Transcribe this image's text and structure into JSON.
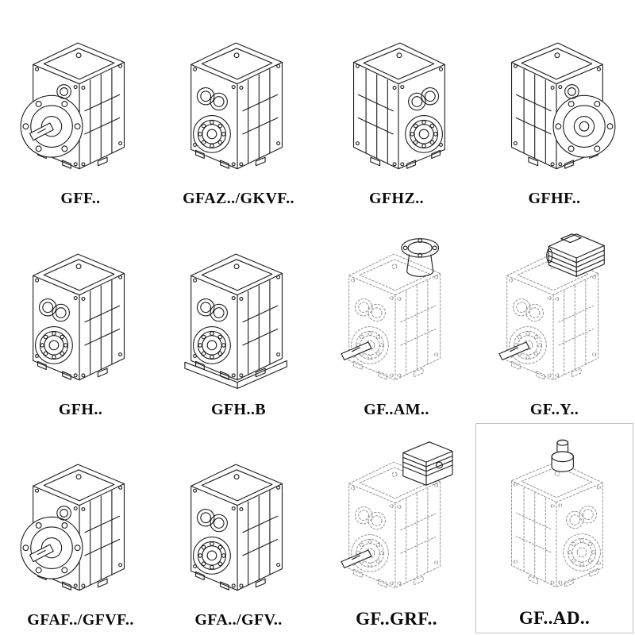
{
  "grid": {
    "items": [
      {
        "label": "GFF..",
        "drawing": "parallel-shaft-gearbox-output-flange-solid-shaft"
      },
      {
        "label": "GFAZ../GKVF..",
        "drawing": "parallel-shaft-gearbox-hollow-shaft"
      },
      {
        "label": "GFHZ..",
        "drawing": "parallel-shaft-gearbox-hollow-shaft-mirrored-view"
      },
      {
        "label": "GFHF..",
        "drawing": "parallel-shaft-gearbox-output-flange"
      },
      {
        "label": "GFH..",
        "drawing": "parallel-shaft-gearbox-hollow-shaft-shrink-disc"
      },
      {
        "label": "GFH..B",
        "drawing": "parallel-shaft-gearbox-hollow-shaft-base-plate"
      },
      {
        "label": "GF..AM..",
        "drawing": "phantom-gearbox-with-motor-adapter-flange"
      },
      {
        "label": "GF..Y..",
        "drawing": "phantom-gearbox-with-mounted-motor"
      },
      {
        "label": "GFAF../GFVF..",
        "drawing": "parallel-shaft-gearbox-output-flange-solid-shaft"
      },
      {
        "label": "GFA../GFV..",
        "drawing": "parallel-shaft-gearbox-hollow-shaft"
      },
      {
        "label": "GF..GRF..",
        "drawing": "phantom-gearbox-with-input-adapter-box"
      },
      {
        "label": "GF..AD..",
        "drawing": "phantom-gearbox-with-input-shaft-adapter"
      }
    ],
    "line_colors": {
      "solid": "#1c1c1c",
      "phantom": "#8f8f8f"
    }
  }
}
